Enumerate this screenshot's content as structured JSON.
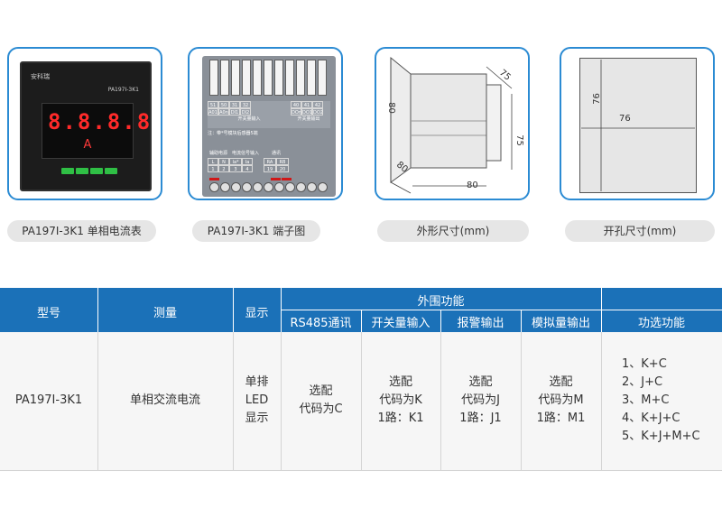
{
  "products": [
    {
      "caption": "PA197I-3K1 单相电流表"
    },
    {
      "caption": "PA197I-3K1 端子图"
    },
    {
      "caption": "外形尺寸(mm)"
    },
    {
      "caption": "开孔尺寸(mm)"
    }
  ],
  "meter": {
    "logo": "安科瑞",
    "model": "PA197I-3K1",
    "display": "8.8.8.8",
    "unit": "A"
  },
  "terminal": {
    "top_numbers": [
      "51",
      "50",
      "31",
      "32",
      "",
      "40",
      "41",
      "42"
    ],
    "top_labels": [
      "A01",
      "A0n",
      "DI1",
      "DI2",
      "",
      "DOn",
      "DO1",
      "DO2"
    ],
    "group_in": "开关量输入",
    "group_out": "开关量输出",
    "note": "注：带*号模块后感器5端",
    "bottom_headers": [
      "辅助电源",
      "电流信号输入",
      "通讯"
    ],
    "bottom_labels": [
      "L",
      "N",
      "Ia*",
      "Ia",
      "RA",
      "RB"
    ],
    "bottom_numbers": [
      "1",
      "2",
      "3",
      "4",
      "19",
      "20"
    ]
  },
  "dimensions": {
    "depth_top": "75",
    "height_front": "80",
    "height_side": "75",
    "width_bottom": "80",
    "depth_left": "80"
  },
  "cutout": {
    "height": "76",
    "width": "76"
  },
  "table": {
    "headers": {
      "model": "型号",
      "measure": "测量",
      "display": "显示",
      "peripheral": "外围功能",
      "rs485": "RS485通讯",
      "switch_in": "开关量输入",
      "alarm_out": "报警输出",
      "analog_out": "模拟量输出",
      "optional": "功选功能"
    },
    "row": {
      "model": "PA197I-3K1",
      "measure": "单相交流电流",
      "display": [
        "单排",
        "LED",
        "显示"
      ],
      "rs485": [
        "选配",
        "代码为C"
      ],
      "switch_in": [
        "选配",
        "代码为K",
        "1路：K1"
      ],
      "alarm_out": [
        "选配",
        "代码为J",
        "1路：J1"
      ],
      "analog_out": [
        "选配",
        "代码为M",
        "1路：M1"
      ],
      "optional": [
        "1、K+C",
        "2、J+C",
        "3、M+C",
        "4、K+J+C",
        "5、K+J+M+C"
      ]
    }
  }
}
